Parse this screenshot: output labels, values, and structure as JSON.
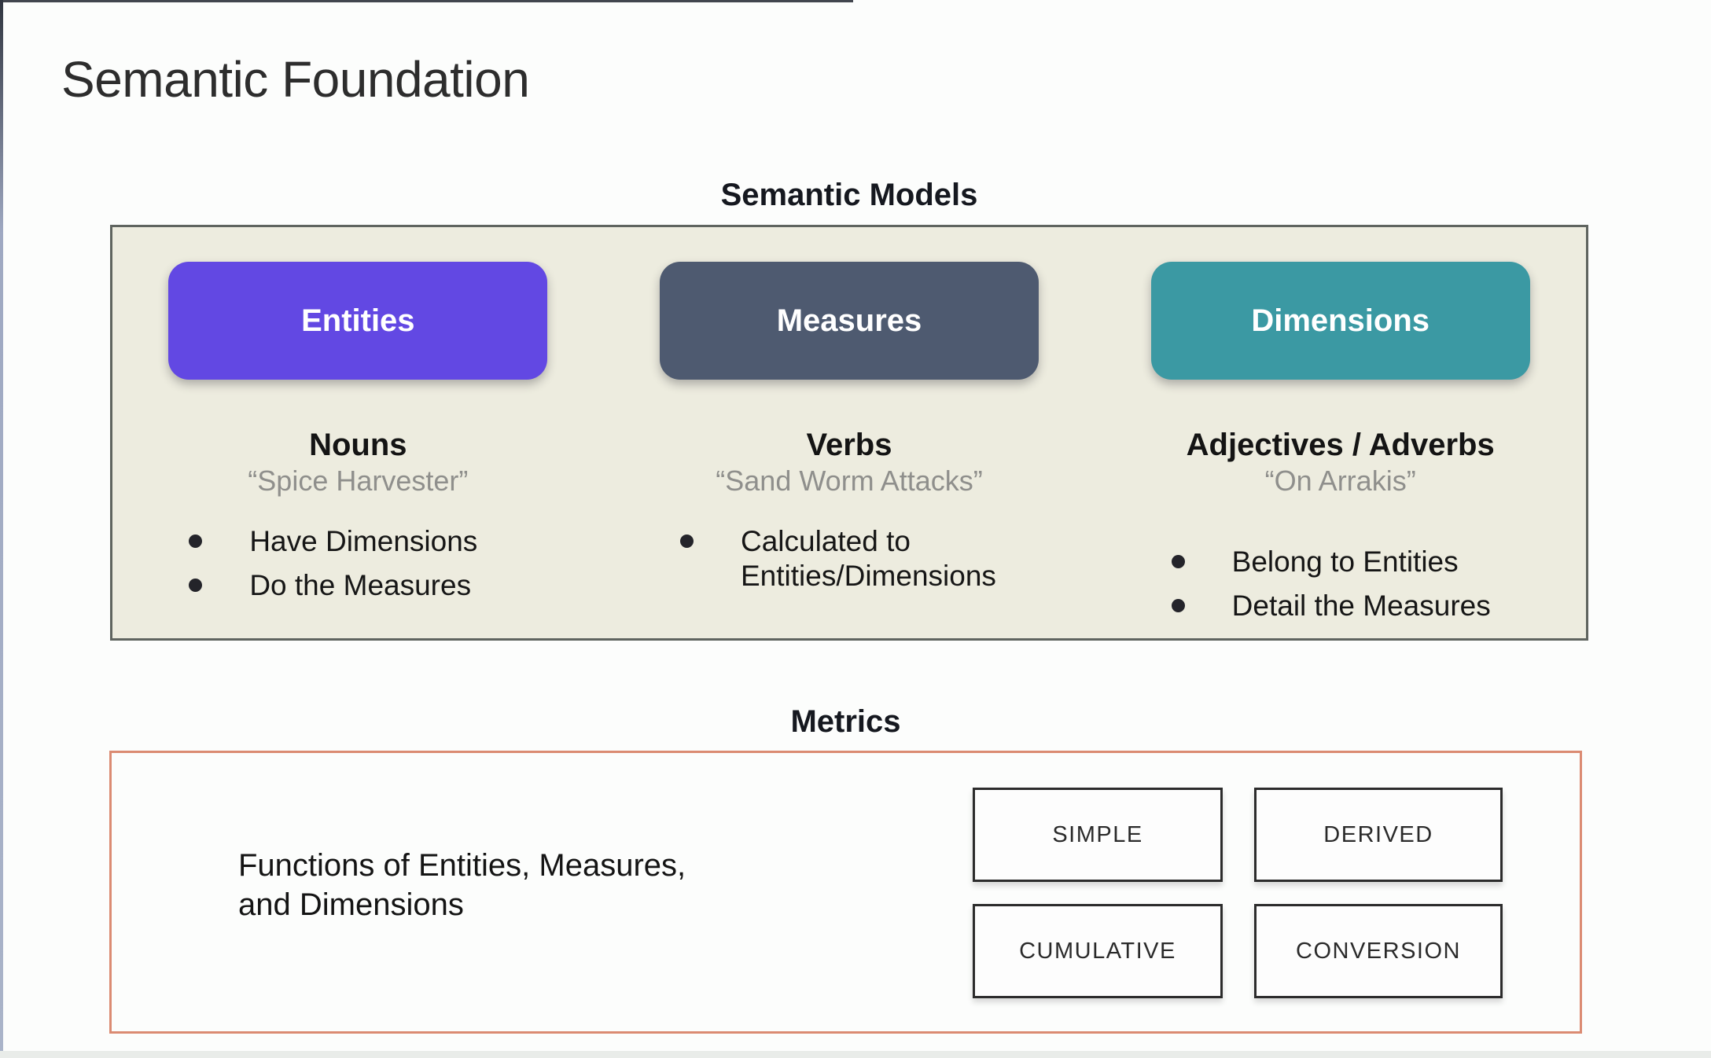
{
  "slide": {
    "title": "Semantic Foundation"
  },
  "semantic_models": {
    "heading": "Semantic Models",
    "panel_background": "#edecdf",
    "columns": [
      {
        "button": "Entities",
        "button_color": "#6248e3",
        "heading": "Nouns",
        "example": "“Spice Harvester”",
        "bullets": [
          "Have Dimensions",
          "Do the Measures"
        ]
      },
      {
        "button": "Measures",
        "button_color": "#4e5a70",
        "heading": "Verbs",
        "example": "“Sand Worm Attacks”",
        "bullets": [
          "Calculated to Entities/Dimensions"
        ]
      },
      {
        "button": "Dimensions",
        "button_color": "#3b99a3",
        "heading": "Adjectives / Adverbs",
        "example": "“On Arrakis”",
        "bullets": [
          "Belong to Entities",
          "Detail the Measures"
        ]
      }
    ]
  },
  "metrics": {
    "heading": "Metrics",
    "border_color": "#db8b72",
    "description_lines": [
      "Functions of Entities, Measures,",
      "and Dimensions"
    ],
    "types": [
      "SIMPLE",
      "DERIVED",
      "CUMULATIVE",
      "CONVERSION"
    ]
  }
}
